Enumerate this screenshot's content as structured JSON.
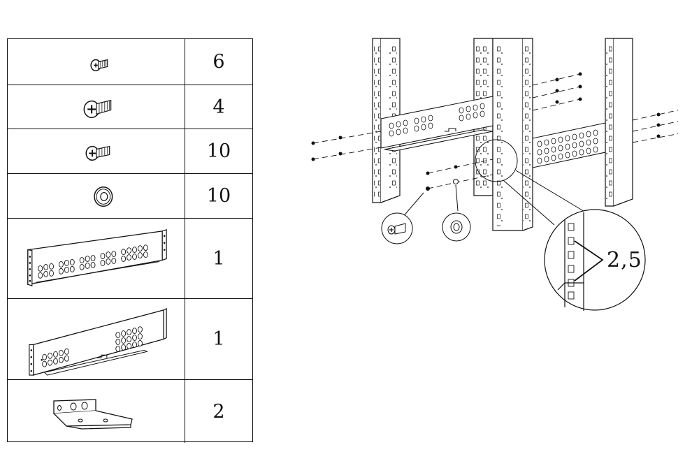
{
  "parts": [
    {
      "name": "small-screw",
      "quantity": "6"
    },
    {
      "name": "large-screw",
      "quantity": "4"
    },
    {
      "name": "medium-screw",
      "quantity": "10"
    },
    {
      "name": "washer",
      "quantity": "10"
    },
    {
      "name": "rail-bracket-left",
      "quantity": "1"
    },
    {
      "name": "rail-bracket-right",
      "quantity": "1"
    },
    {
      "name": "mounting-ear",
      "quantity": "2"
    }
  ],
  "diagram": {
    "callout_label": "2,5"
  }
}
